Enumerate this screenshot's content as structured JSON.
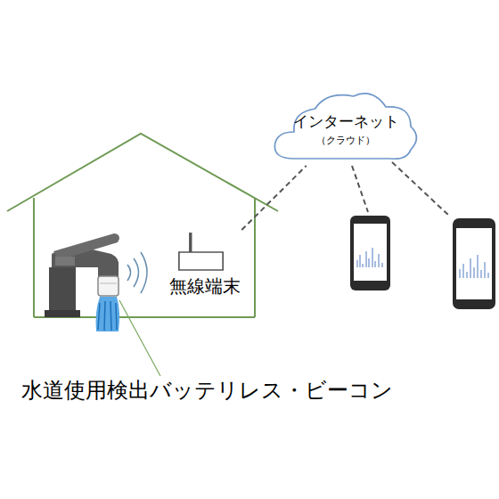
{
  "diagram": {
    "nodes": [
      {
        "text": [
          "インターネット",
          "（クラウド）"
        ]
      },
      {
        "text": [
          "無線端末"
        ]
      }
    ],
    "edges": [
      {
        "from": 1,
        "to": 0,
        "arrow": "none"
      }
    ],
    "labels": [
      "水道使用検出バッテリレス・ビーコン"
    ]
  }
}
